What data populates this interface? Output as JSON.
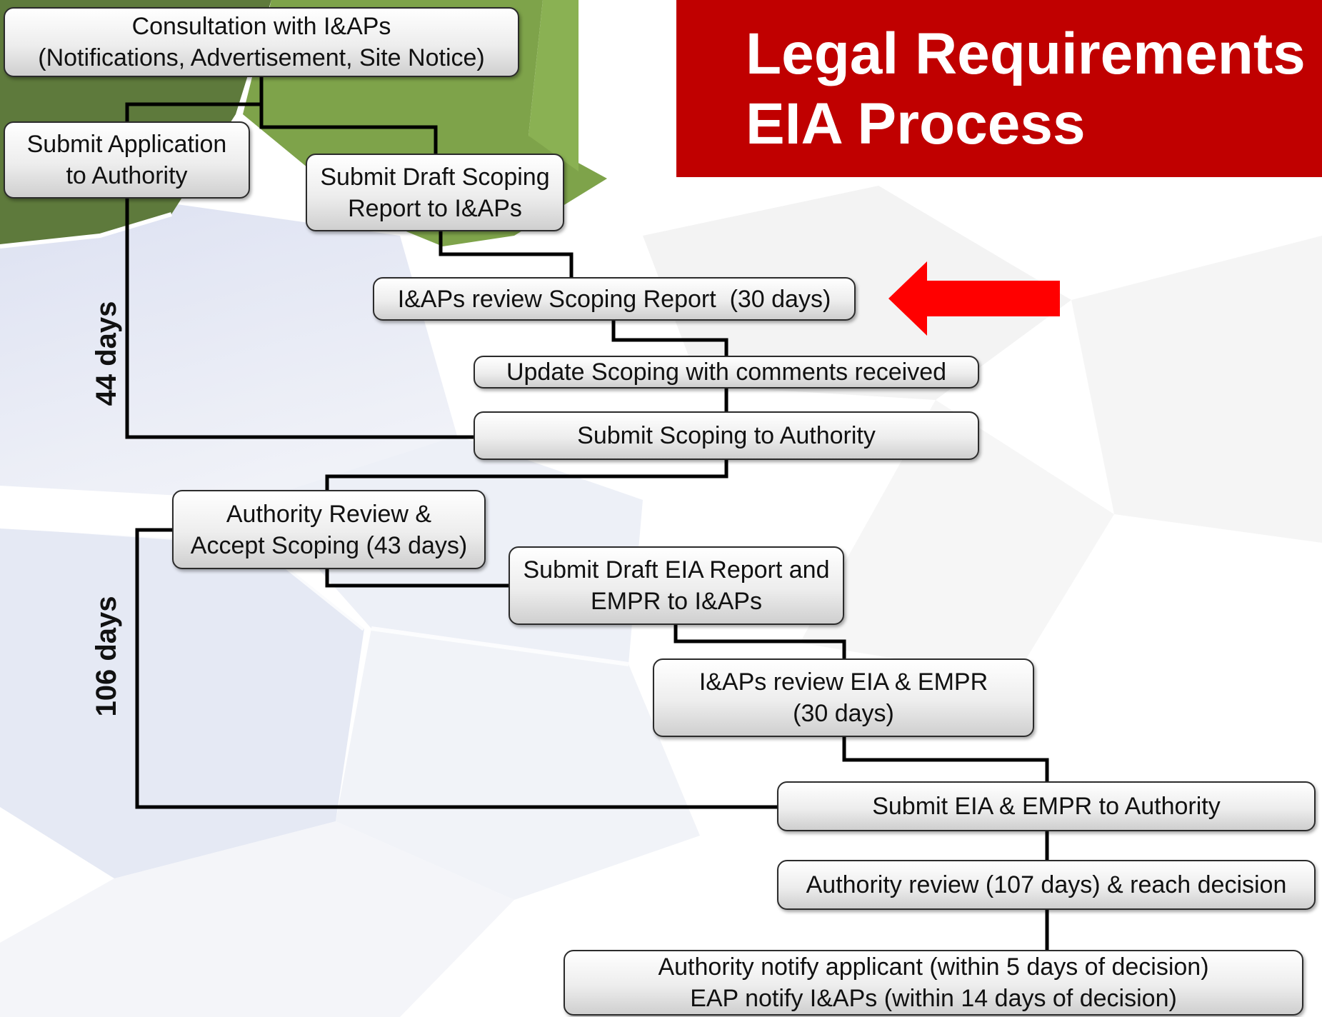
{
  "title": {
    "line1": "Legal Requirements",
    "line2": "EIA Process"
  },
  "colors": {
    "banner": "#c00000",
    "arrow": "#ff0000",
    "connector": "#000000",
    "background_green_dark": "#5e7a3c",
    "background_green_light": "#7ea34a",
    "background_lavender": "#dfe3f1"
  },
  "durations": {
    "scoping_phase": "44 days",
    "eia_phase": "106 days"
  },
  "steps": {
    "consultation": [
      "Consultation with I&APs",
      "(Notifications, Advertisement, Site Notice)"
    ],
    "submit_application": [
      "Submit Application",
      "to Authority"
    ],
    "submit_draft_scoping": [
      "Submit Draft Scoping",
      "Report to I&APs"
    ],
    "review_scoping": [
      "I&APs review Scoping Report  (30 days)"
    ],
    "update_scoping": [
      "Update Scoping with comments received"
    ],
    "submit_scoping": [
      "Submit Scoping to Authority"
    ],
    "authority_accept_scoping": [
      "Authority Review &",
      "Accept Scoping (43 days)"
    ],
    "submit_draft_eia": [
      "Submit Draft EIA Report and",
      "EMPR to I&APs"
    ],
    "review_eia": [
      "I&APs review EIA & EMPR",
      "(30 days)"
    ],
    "submit_eia": [
      "Submit EIA & EMPR to Authority"
    ],
    "authority_decision": [
      "Authority review (107 days) & reach decision"
    ],
    "notify": [
      "Authority notify applicant (within 5 days of decision)",
      "EAP notify I&APs (within 14 days of decision)"
    ]
  },
  "highlight": {
    "icon": "arrow-left-icon",
    "points_to": "review_scoping"
  }
}
